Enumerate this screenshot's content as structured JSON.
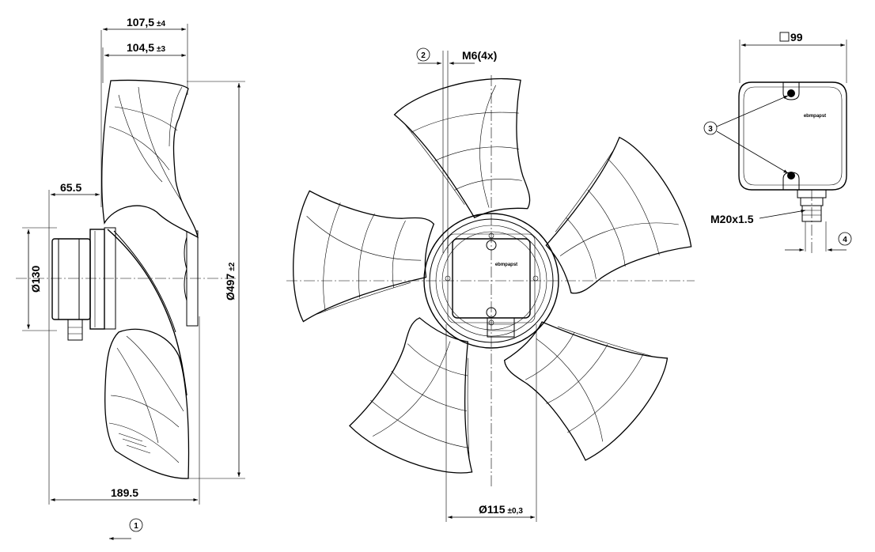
{
  "side_view": {
    "dim_overall_depth": "107,5",
    "dim_overall_depth_tol": "±4",
    "dim_blade_depth": "104,5",
    "dim_blade_depth_tol": "±3",
    "dim_terminal_offset": "65.5",
    "dim_terminal_diameter": "Ø130",
    "dim_fan_diameter": "Ø497",
    "dim_fan_diameter_tol": "±2",
    "dim_total_length": "189.5",
    "callout_airflow": "1"
  },
  "front_view": {
    "callout_rotation": "2",
    "mount_thread": "M6(4x)",
    "dim_hub_diameter": "Ø115",
    "dim_hub_diameter_tol": "±0,3",
    "blade_count": 5
  },
  "terminal_box": {
    "dim_size": "99",
    "callout_screws": "3",
    "gland_thread": "M20x1.5",
    "callout_gland": "4",
    "logo_text": "ebmpapst"
  }
}
